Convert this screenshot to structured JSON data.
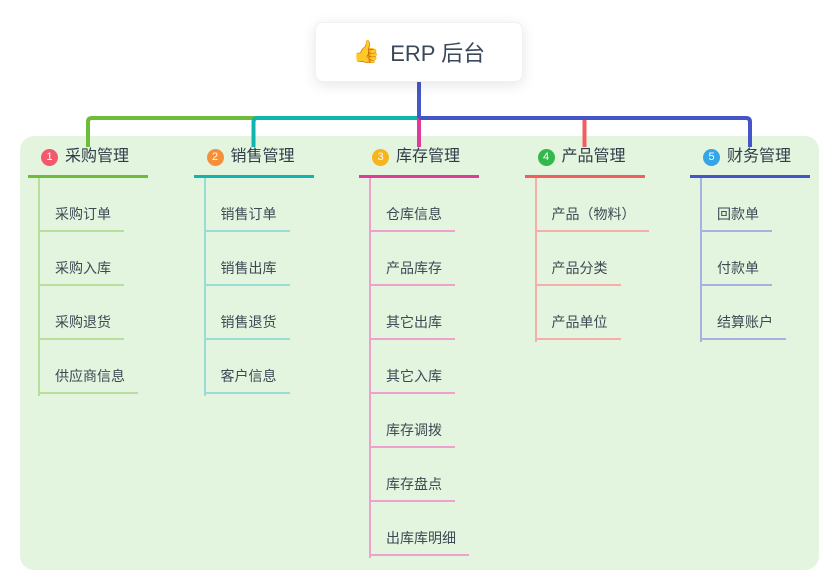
{
  "title": {
    "emoji": "👍",
    "emoji_icon": "thumbs-up-icon",
    "label": "ERP 后台"
  },
  "colors": {
    "panel_bg": "#e4f5df",
    "root_connector": "#4558c8",
    "root_text": "#3b4859",
    "branch_text": "#2f3d49",
    "child_text": "#3e4954"
  },
  "branches": [
    {
      "number": "1",
      "label": "采购管理",
      "badge_color": "#f4586d",
      "line_color": "#6fbc3a",
      "light_color": "#b9dd9b",
      "children": [
        "采购订单",
        "采购入库",
        "采购退货",
        "供应商信息"
      ]
    },
    {
      "number": "2",
      "label": "销售管理",
      "badge_color": "#f68f39",
      "line_color": "#0fb5ae",
      "light_color": "#9bdcd7",
      "children": [
        "销售订单",
        "销售出库",
        "销售退货",
        "客户信息"
      ]
    },
    {
      "number": "3",
      "label": "库存管理",
      "badge_color": "#f6b51e",
      "line_color": "#e23a98",
      "light_color": "#f0a0cc",
      "children": [
        "仓库信息",
        "产品库存",
        "其它出库",
        "其它入库",
        "库存调拨",
        "库存盘点",
        "出库库明细"
      ]
    },
    {
      "number": "4",
      "label": "产品管理",
      "badge_color": "#35b84b",
      "line_color": "#f25e5e",
      "light_color": "#f8adad",
      "children": [
        "产品（物料）",
        "产品分类",
        "产品单位"
      ]
    },
    {
      "number": "5",
      "label": "财务管理",
      "badge_color": "#35a5e5",
      "line_color": "#4456c7",
      "light_color": "#a6b3e0",
      "children": [
        "回款单",
        "付款单",
        "结算账户"
      ]
    }
  ]
}
